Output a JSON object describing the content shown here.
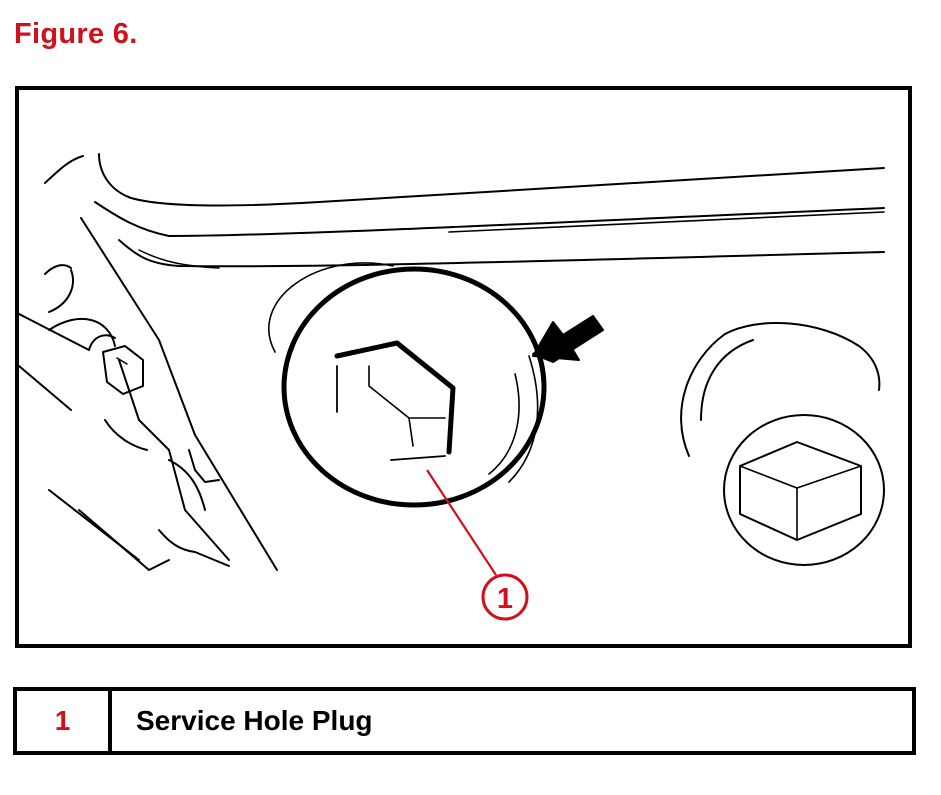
{
  "figure": {
    "title": "Figure 6.",
    "title_color": "#d0101b",
    "callout_color": "#d0101b",
    "callouts": [
      {
        "number": "1"
      }
    ]
  },
  "legend": {
    "rows": [
      {
        "number": "1",
        "description": "Service Hole Plug"
      }
    ]
  }
}
